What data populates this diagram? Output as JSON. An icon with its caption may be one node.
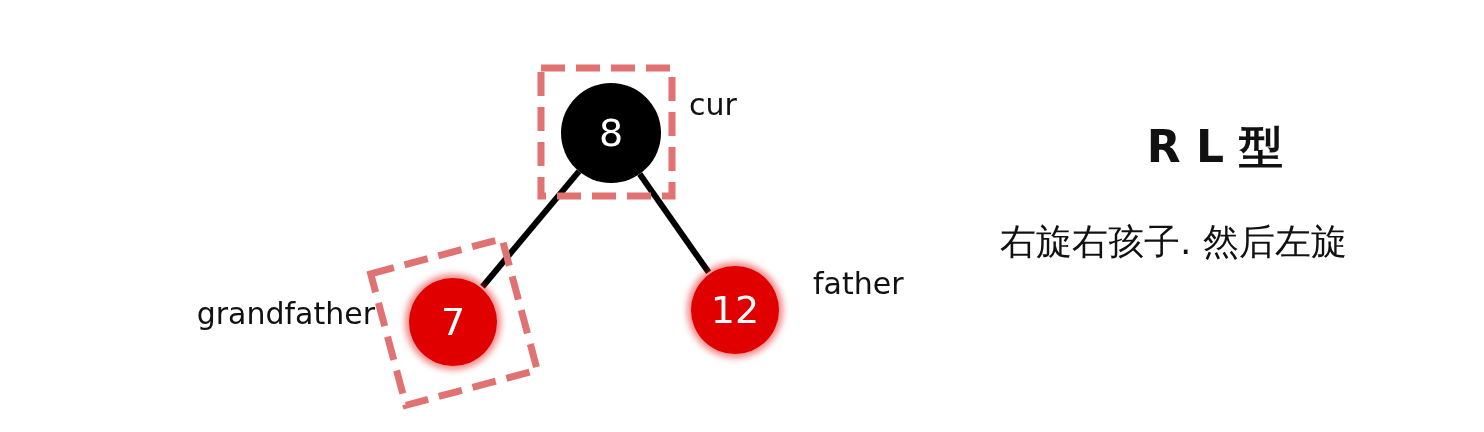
{
  "diagram": {
    "title": "R L 型",
    "nodes": [
      {
        "text": [
          "8"
        ],
        "beside": [
          "cur"
        ]
      },
      {
        "text": [
          "7"
        ],
        "beside": [
          "grandfather"
        ]
      },
      {
        "text": [
          "12"
        ],
        "beside": [
          "father"
        ]
      }
    ],
    "edges": [
      {
        "from": 0,
        "to": 1,
        "arrow": "none"
      },
      {
        "from": 0,
        "to": 2,
        "arrow": "none"
      }
    ],
    "labels": [
      "右旋右孩子. 然后左旋"
    ]
  }
}
